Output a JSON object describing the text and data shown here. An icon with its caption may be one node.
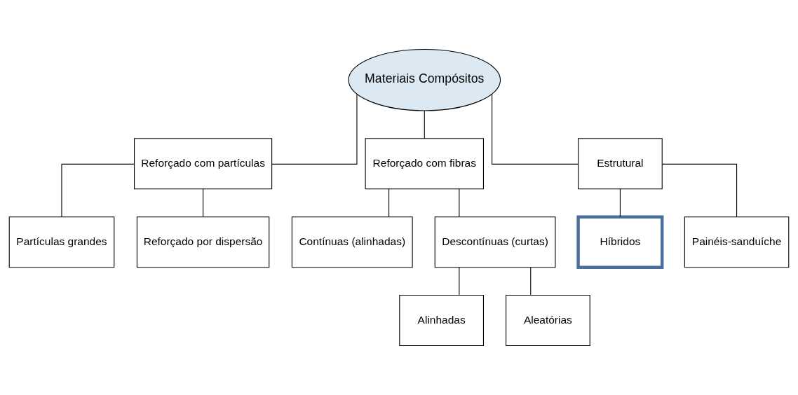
{
  "diagram": {
    "nodes": [
      {
        "text": [
          "Materiais Compósitos"
        ]
      },
      {
        "text": [
          "Reforçado com partículas"
        ]
      },
      {
        "text": [
          "Reforçado com fibras"
        ]
      },
      {
        "text": [
          "Estrutural"
        ]
      },
      {
        "text": [
          "Partículas grandes"
        ]
      },
      {
        "text": [
          "Reforçado por dispersão"
        ]
      },
      {
        "text": [
          "Contínuas (alinhadas)"
        ]
      },
      {
        "text": [
          "Descontínuas (curtas)"
        ]
      },
      {
        "text": [
          "Híbridos"
        ]
      },
      {
        "text": [
          "Painéis-sanduíche"
        ]
      },
      {
        "text": [
          "Alinhadas"
        ]
      },
      {
        "text": [
          "Aleatórias"
        ]
      }
    ],
    "edges": [
      {
        "from": 0,
        "to": 1,
        "arrow": "none"
      },
      {
        "from": 0,
        "to": 2,
        "arrow": "none"
      },
      {
        "from": 0,
        "to": 3,
        "arrow": "none"
      },
      {
        "from": 1,
        "to": 4,
        "arrow": "none"
      },
      {
        "from": 1,
        "to": 5,
        "arrow": "none"
      },
      {
        "from": 2,
        "to": 6,
        "arrow": "none"
      },
      {
        "from": 2,
        "to": 7,
        "arrow": "none"
      },
      {
        "from": 3,
        "to": 8,
        "arrow": "none"
      },
      {
        "from": 3,
        "to": 9,
        "arrow": "none"
      },
      {
        "from": 7,
        "to": 10,
        "arrow": "none"
      },
      {
        "from": 7,
        "to": 11,
        "arrow": "none"
      }
    ]
  }
}
